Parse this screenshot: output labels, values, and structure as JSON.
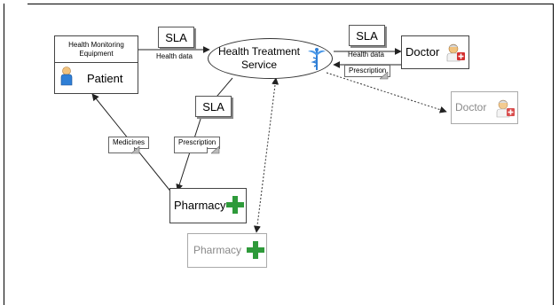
{
  "service": {
    "label_line1": "Health Treatment",
    "label_line2": "Service",
    "icon": "caduceus-icon"
  },
  "patient_panel": {
    "equipment_line1": "Health Monitoring",
    "equipment_line2": "Equipment",
    "patient_label": "Patient",
    "icon": "patient-icon"
  },
  "doctor": {
    "label": "Doctor",
    "icon": "doctor-icon"
  },
  "doctor_ghost": {
    "label": "Doctor",
    "icon": "doctor-icon"
  },
  "pharmacy": {
    "label": "Pharmacy",
    "icon": "pharmacy-cross-icon"
  },
  "pharmacy_ghost": {
    "label": "Pharmacy",
    "icon": "pharmacy-cross-icon"
  },
  "sla_left": "SLA",
  "sla_right": "SLA",
  "sla_mid": "SLA",
  "edge_labels": {
    "health_data_left": "Health data",
    "health_data_right": "Health data",
    "prescription_doctor": "Prescription",
    "prescription_pharmacy": "Prescription",
    "medicines": "Medicines"
  },
  "colors": {
    "line": "#222222",
    "ghost_text": "#8a8a8a",
    "cross_green": "#2e9a3a",
    "caduceus_blue": "#2f7fd6"
  }
}
